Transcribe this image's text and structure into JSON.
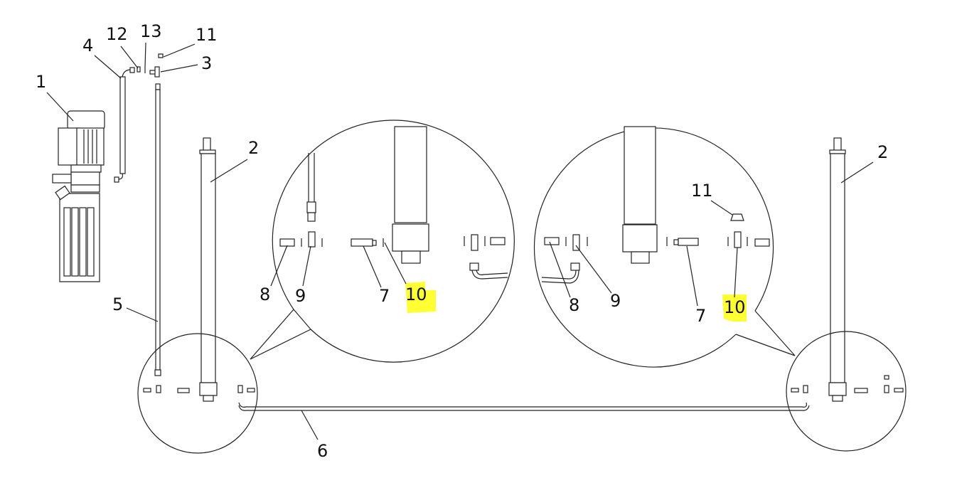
{
  "diagram": {
    "highlight_color": "#ffff33",
    "labels": {
      "motor_pump": "1",
      "cylinder_left": "2",
      "cylinder_right": "2",
      "tee_fitting": "3",
      "hose_4": "4",
      "pipe_5": "5",
      "pipe_6": "6",
      "part7_left": "7",
      "part7_right": "7",
      "part8_left": "8",
      "part8_right": "8",
      "part9_left": "9",
      "part9_right": "9",
      "part10_left": "10",
      "part10_right": "10",
      "part11_top": "11",
      "part11_detail": "11",
      "part12": "12",
      "part13": "13"
    }
  }
}
